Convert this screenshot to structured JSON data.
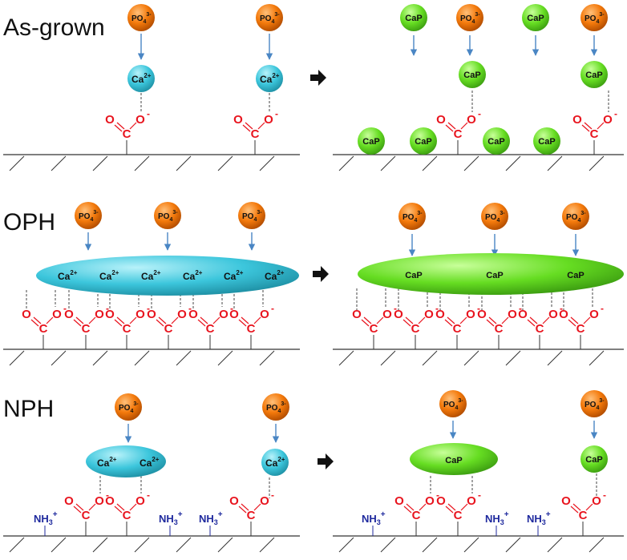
{
  "rows": [
    {
      "id": "as-grown",
      "label": "As-grown",
      "mode": "simple"
    },
    {
      "id": "oph",
      "label": "OPH",
      "mode": "polymer"
    },
    {
      "id": "nph",
      "label": "NPH",
      "mode": "mixed"
    }
  ],
  "species": {
    "phosphate_base": "PO",
    "phosphate_sub": "4",
    "phosphate_sup": "3-",
    "calcium_base": "Ca",
    "calcium_sup": "2+",
    "calcium_phosphate": "CaP",
    "oxygen": "O",
    "carbon": "C",
    "negative": "-",
    "ammonium_base": "NH",
    "ammonium_sub": "3",
    "ammonium_sup": "+"
  },
  "colors": {
    "phosphate": "#f47a0c",
    "calcium": "#3cc6dc",
    "calcium_phosphate": "#66dd22",
    "carboxylate": "#e8141e",
    "ammonium": "#1f2a9e",
    "arrow": "#4a86c4",
    "substrate": "#333333"
  },
  "icons": {
    "transition": "right-arrow-icon"
  }
}
